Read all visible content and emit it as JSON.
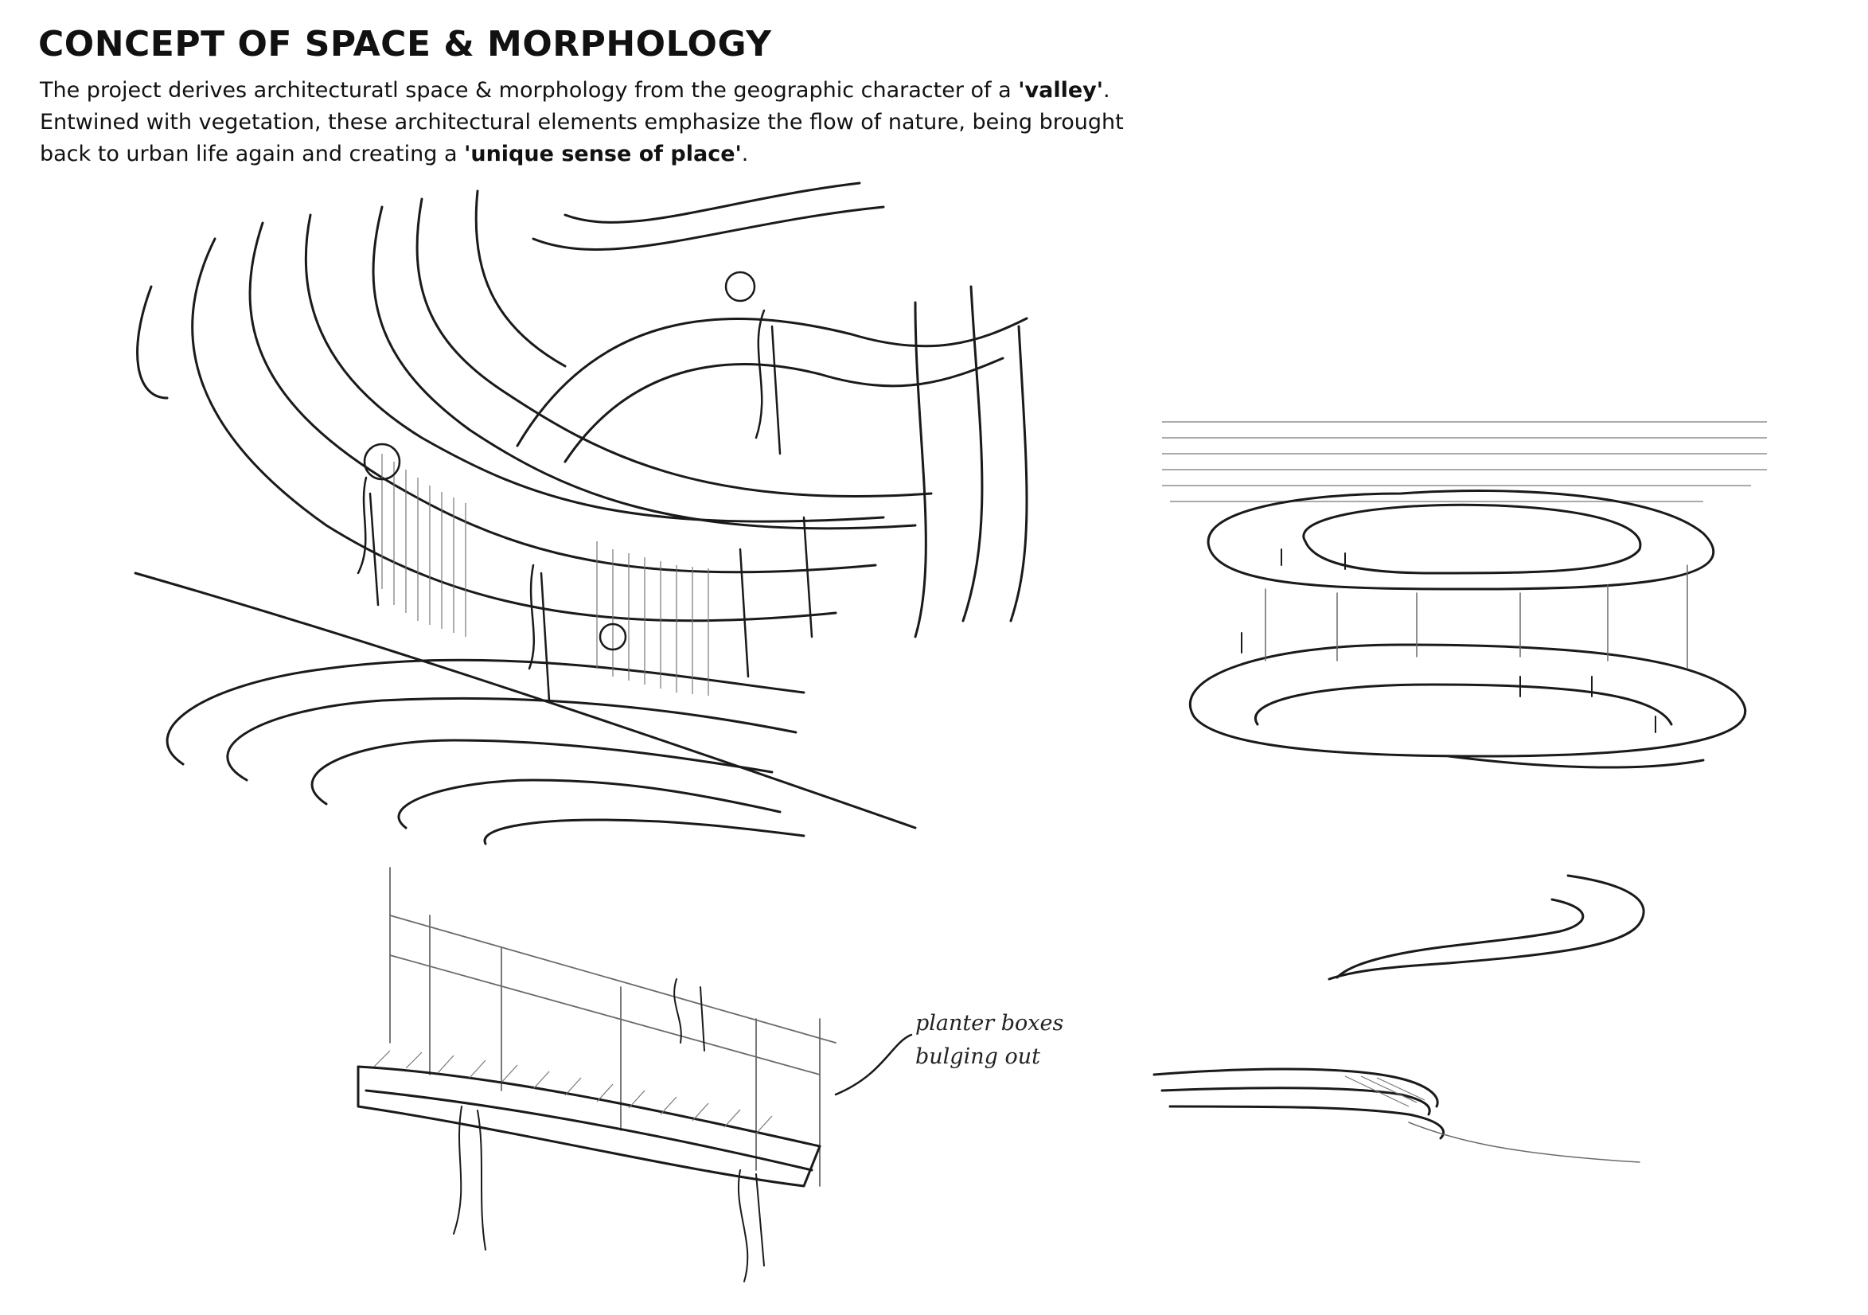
{
  "heading": "CONCEPT OF SPACE & MORPHOLOGY",
  "description": {
    "line1_text": "The project derives architecturatl space & morphology from the geographic character of a ",
    "line1_bold": "'valley'",
    "line1_end": ".",
    "line2_text": "Entwined with vegetation, these architectural elements emphasize the flow of nature, being brought",
    "line3_text": "back to urban life again and creating a ",
    "line3_bold": "'unique sense of place'",
    "line3_end": "."
  },
  "sketches": {
    "main_valley": "sketch-valley-perspective",
    "island": "sketch-floating-island",
    "planter": "sketch-planter-detail",
    "curves": "sketch-section-curves"
  },
  "annotation": {
    "line1": "planter boxes",
    "line2": "bulging out"
  }
}
